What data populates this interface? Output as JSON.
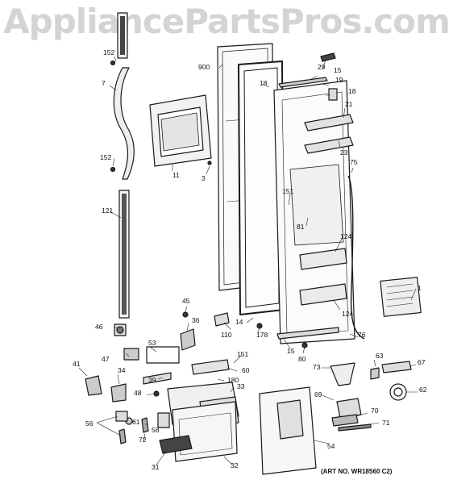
{
  "watermark": "AppliancePartsPros.com",
  "art_number": "(ART NO. WR18560 C2)",
  "callouts": [
    "152",
    "7",
    "152",
    "121",
    "11",
    "3",
    "900",
    "18",
    "29",
    "15",
    "19",
    "18",
    "21",
    "23",
    "75",
    "151",
    "81",
    "124",
    "124",
    "1",
    "45",
    "46",
    "36",
    "14",
    "110",
    "178",
    "15",
    "76",
    "80",
    "47",
    "53",
    "151",
    "39",
    "60",
    "180",
    "33",
    "41",
    "34",
    "48",
    "73",
    "63",
    "67",
    "62",
    "69",
    "70",
    "71",
    "56",
    "61",
    "58",
    "72",
    "31",
    "32",
    "54"
  ]
}
